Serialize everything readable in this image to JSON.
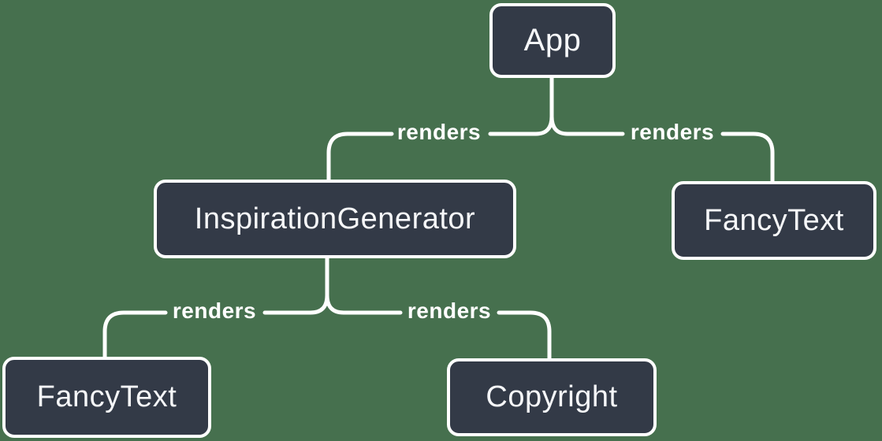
{
  "diagram": {
    "type": "component-render-tree",
    "nodes": [
      {
        "id": "app",
        "label": "App"
      },
      {
        "id": "inspiration-generator",
        "label": "InspirationGenerator"
      },
      {
        "id": "fancy-text-right",
        "label": "FancyText"
      },
      {
        "id": "fancy-text-left",
        "label": "FancyText"
      },
      {
        "id": "copyright",
        "label": "Copyright"
      }
    ],
    "edges": [
      {
        "from": "App",
        "to": "InspirationGenerator",
        "label": "renders"
      },
      {
        "from": "App",
        "to": "FancyText",
        "label": "renders"
      },
      {
        "from": "InspirationGenerator",
        "to": "FancyText",
        "label": "renders"
      },
      {
        "from": "InspirationGenerator",
        "to": "Copyright",
        "label": "renders"
      }
    ],
    "colors": {
      "background": "#46704E",
      "node_fill": "#333A47",
      "node_border": "#FFFFFF",
      "line": "#FFFFFF",
      "text": "#F6F7F9"
    }
  }
}
